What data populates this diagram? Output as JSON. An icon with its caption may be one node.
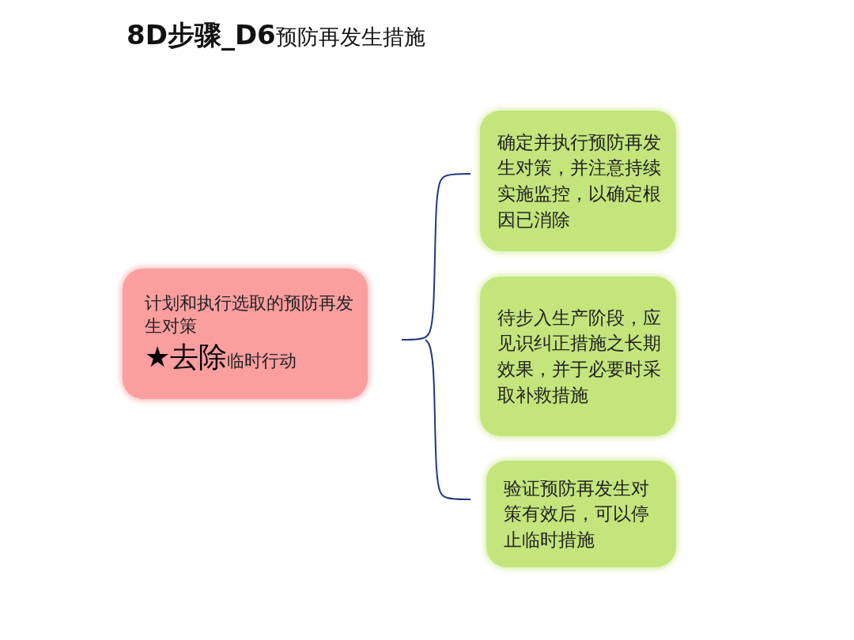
{
  "diagram": {
    "title": "**8D步骤_D6**预防再发生措施",
    "nodes": [
      {
        "text": [
          "计划和执行选取的预防再发生对策",
          "**★去除**临时行动"
        ]
      },
      {
        "text": [
          "确定并执行预防再发生对策，并注意持续实施监控，以确定根因已消除"
        ]
      },
      {
        "text": [
          "待步入生产阶段，应见识纠正措施之长期效果，并于必要时采取补救措施"
        ]
      },
      {
        "text": [
          "验证预防再发生对策有效后，可以停止临时措施"
        ]
      }
    ]
  }
}
